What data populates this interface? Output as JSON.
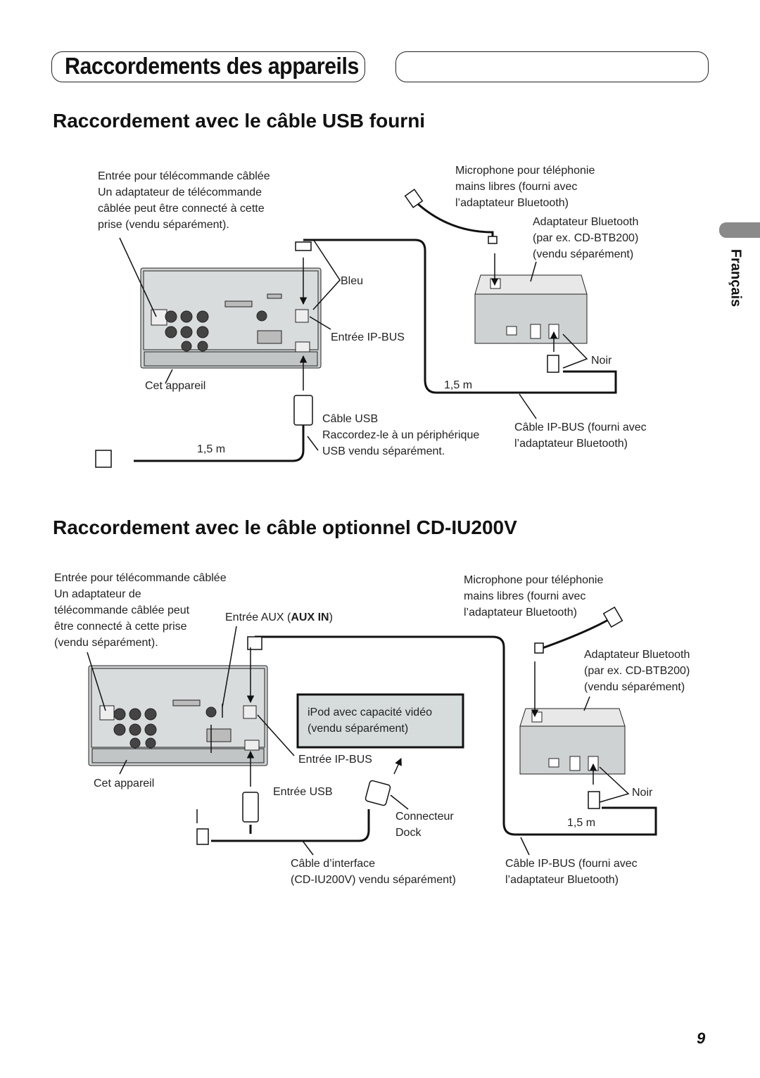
{
  "header": {
    "title": "Raccordements des appareils"
  },
  "language_tab": "Français",
  "page_number": "9",
  "section1": {
    "title": "Raccordement avec le câble USB fourni",
    "remote_input": [
      "Entrée pour télécommande câblée",
      "Un adaptateur de télécommande",
      "câblée peut être connecté à cette",
      "prise (vendu séparément)."
    ],
    "microphone": [
      "Microphone pour téléphonie",
      "mains libres (fourni avec",
      "l’adaptateur Bluetooth)"
    ],
    "bt_adapter": [
      "Adaptateur Bluetooth",
      "(par ex. CD-BTB200)",
      "(vendu séparément)"
    ],
    "blue": "Bleu",
    "ipbus_input": "Entrée IP-BUS",
    "black": "Noir",
    "this_unit": "Cet appareil",
    "length_a": "1,5 m",
    "usb_cable": [
      "Câble USB",
      "Raccordez-le à un périphérique",
      "USB vendu séparément."
    ],
    "ipbus_cable": [
      "Câble IP-BUS (fourni avec",
      "l’adaptateur Bluetooth)"
    ],
    "length_b": "1,5 m"
  },
  "section2": {
    "title": "Raccordement avec le câble optionnel CD-IU200V",
    "remote_input": [
      "Entrée pour télécommande câblée",
      "Un adaptateur de",
      "télécommande câblée peut",
      "être connecté à cette prise",
      "(vendu séparément)."
    ],
    "aux_prefix": "Entrée AUX (",
    "aux_bold": "AUX IN",
    "aux_suffix": ")",
    "microphone": [
      "Microphone pour téléphonie",
      "mains libres (fourni avec",
      "l’adaptateur Bluetooth)"
    ],
    "bt_adapter": [
      "Adaptateur Bluetooth",
      "(par ex. CD-BTB200)",
      "(vendu séparément)"
    ],
    "ipod": [
      "iPod avec capacité vidéo",
      "(vendu séparément)"
    ],
    "ipbus_input": "Entrée IP-BUS",
    "this_unit": "Cet appareil",
    "usb_input": "Entrée USB",
    "black": "Noir",
    "dock": [
      "Connecteur",
      "Dock"
    ],
    "length": "1,5 m",
    "interface_cable": [
      "Câble d’interface",
      "(CD-IU200V)  vendu séparément)"
    ],
    "ipbus_cable": [
      "Câble IP-BUS (fourni avec",
      "l’adaptateur Bluetooth)"
    ]
  }
}
